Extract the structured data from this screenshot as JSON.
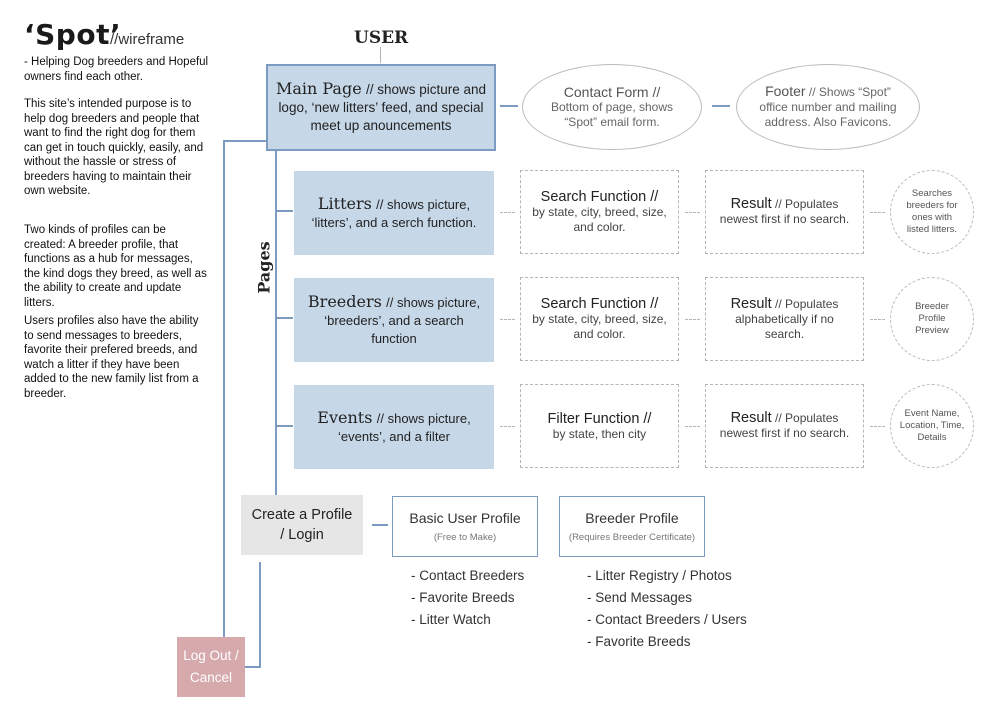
{
  "header": {
    "title": "‘Spot’",
    "subtitle": "//wireframe",
    "tagline": "- Helping Dog breeders and Hopeful owners find each other."
  },
  "side_text": {
    "para1": "This site’s intended purpose is to help dog breeders and people that want to find the right dog for them can get in touch quickly, easily, and without the hassle or stress of breeders having to maintain their own website.",
    "para2": "Two kinds of profiles can be created: A breeder profile, that functions as a hub for messages, the kind dogs they breed, as well as the ability to create and update litters.",
    "para3": "Users profiles also have the ability to send messages to breeders, favorite their prefered breeds, and watch a litter if they have been added to the new family list from a breeder."
  },
  "user_label": "USER",
  "pages_label": "Pages",
  "main_page": {
    "title": "Main Page",
    "desc": "// shows picture and logo, ‘new litters’ feed, and special meet up anouncements"
  },
  "contact_form": {
    "title": "Contact Form //",
    "desc": "Bottom of page, shows “Spot” email form."
  },
  "footer": {
    "title": "Footer",
    "desc": "// Shows “Spot” office number and mailing address. Also Favicons."
  },
  "rows": [
    {
      "page_title": "Litters",
      "page_desc": "// shows picture, ‘litters’, and a serch function.",
      "func_title": "Search Function //",
      "func_desc": "by state, city, breed, size, and color.",
      "result_title": "Result",
      "result_desc": "// Populates newest first if no search.",
      "note": "Searches breeders for ones with listed litters."
    },
    {
      "page_title": "Breeders",
      "page_desc": "// shows picture, ‘breeders’, and a search function",
      "func_title": "Search Function //",
      "func_desc": "by state, city, breed, size, and color.",
      "result_title": "Result",
      "result_desc": "// Populates alphabetically if no search.",
      "note": "Breeder Profile Preview"
    },
    {
      "page_title": "Events",
      "page_desc": "// shows picture, ‘events’, and a filter",
      "func_title": "Filter Function //",
      "func_desc": "by state, then city",
      "result_title": "Result",
      "result_desc": "// Populates newest first if no search.",
      "note": "Event Name, Location, Time, Details"
    }
  ],
  "create_profile": "Create a Profile / Login",
  "basic_profile": {
    "title": "Basic User Profile",
    "note": "(Free to Make)",
    "features": [
      "- Contact Breeders",
      "- Favorite Breeds",
      "- Litter Watch"
    ]
  },
  "breeder_profile": {
    "title": "Breeder Profile",
    "note": "(Requires Breeder Certificate)",
    "features": [
      "- Litter Registry / Photos",
      "- Send Messages",
      "- Contact Breeders / Users",
      "- Favorite Breeds"
    ]
  },
  "logout": "Log Out / Cancel",
  "colors": {
    "page_fill": "#c6d7e8",
    "connector": "#7b9cc0",
    "logout_fill": "#d6a9ac",
    "login_fill": "#e6e6e6"
  }
}
